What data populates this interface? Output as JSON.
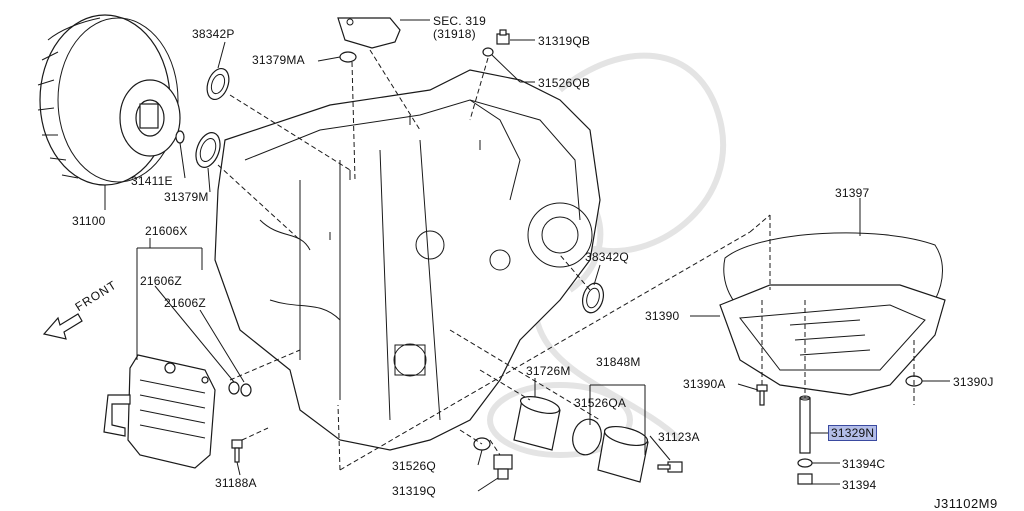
{
  "callouts": {
    "c31100": "31100",
    "c38342P": "38342P",
    "c31411E": "31411E",
    "c31379M": "31379M",
    "c31379MA": "31379MA",
    "sec319_l1": "SEC. 319",
    "sec319_l2": "(31918)",
    "c31319QB": "31319QB",
    "c31526QB": "31526QB",
    "c21606X": "21606X",
    "c21606Z": "21606Z",
    "c21606Z_2": "21606Z",
    "c38342Q": "38342Q",
    "c31397": "31397",
    "c31390": "31390",
    "c31390A": "31390A",
    "c31390J": "31390J",
    "c31329N": "31329N",
    "c31394C": "31394C",
    "c31394": "31394",
    "c31726M": "31726M",
    "c31848M": "31848M",
    "c31526QA": "31526QA",
    "c31123A": "31123A",
    "c31526Q": "31526Q",
    "c31319Q": "31319Q",
    "c31188A": "31188A"
  },
  "front_label": "FRONT",
  "diagram_code": "J31102M9",
  "highlight_color": "#b3bde8"
}
